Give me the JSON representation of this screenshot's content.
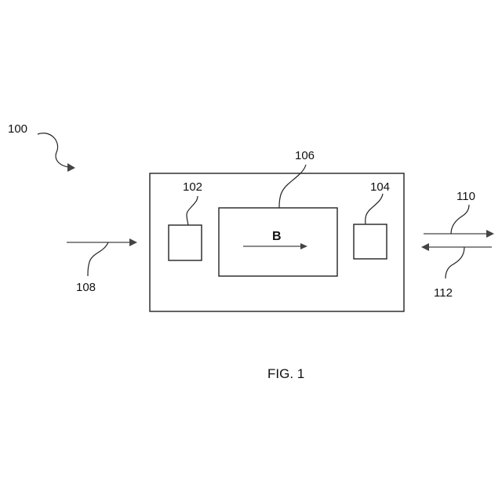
{
  "figure": {
    "caption": "FIG. 1",
    "field_label": "B",
    "refs": {
      "system": "100",
      "left_component": "102",
      "right_component": "104",
      "center_component": "106",
      "input_signal": "108",
      "output_signal": "110",
      "return_signal": "112"
    }
  },
  "colors": {
    "line": "#222222",
    "arrow": "#444444",
    "background": "#ffffff"
  }
}
